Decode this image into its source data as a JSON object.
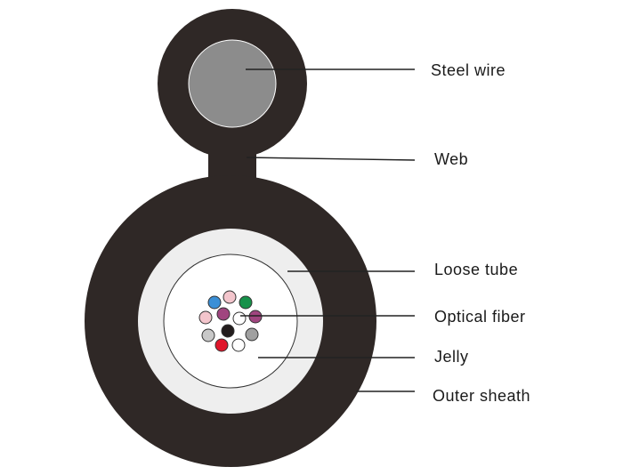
{
  "labels": {
    "steel_wire": "Steel wire",
    "web": "Web",
    "loose_tube": "Loose tube",
    "optical_fiber": "Optical fiber",
    "jelly": "Jelly",
    "outer_sheath": "Outer sheath"
  },
  "colors": {
    "sheath": "#2f2826",
    "steel_wire": "#8c8c8c",
    "steel_wire_edge": "#ffffff",
    "loose_tube": "#eeeeee",
    "jelly": "#ffffff",
    "leader_line": "#222222"
  },
  "fibers": [
    {
      "color": "#3a8fd6",
      "name": "blue"
    },
    {
      "color": "#f3c5cc",
      "name": "pink"
    },
    {
      "color": "#17924a",
      "name": "green"
    },
    {
      "color": "#f3c5cc",
      "name": "pink"
    },
    {
      "color": "#a0457f",
      "name": "violet"
    },
    {
      "color": "#ffffff",
      "name": "white"
    },
    {
      "color": "#a0457f",
      "name": "violet"
    },
    {
      "color": "#c8c8c8",
      "name": "gray"
    },
    {
      "color": "#221c1c",
      "name": "black"
    },
    {
      "color": "#a0a0a0",
      "name": "gray"
    },
    {
      "color": "#e0162b",
      "name": "red"
    },
    {
      "color": "#ffffff",
      "name": "white"
    }
  ]
}
